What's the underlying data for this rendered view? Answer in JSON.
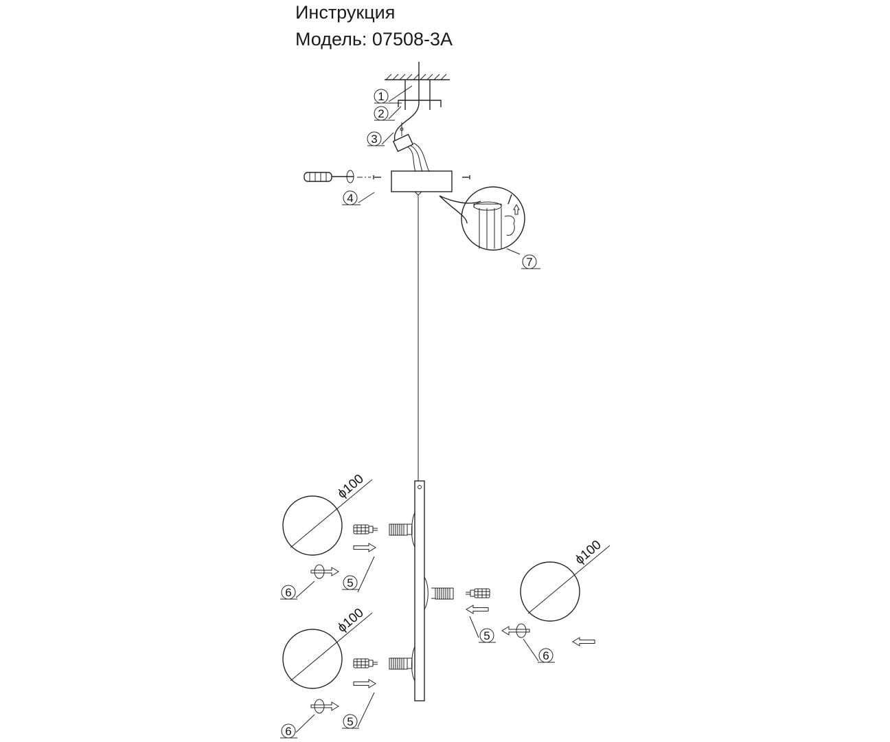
{
  "header": {
    "title": "Инструкция",
    "model": "Модель: 07508-3A"
  },
  "callouts": {
    "c1": "1",
    "c2": "2",
    "c3": "3",
    "c4": "4",
    "c5a": "5",
    "c5b": "5",
    "c5c": "5",
    "c6a": "6",
    "c6b": "6",
    "c6c": "6",
    "c7": "7"
  },
  "dimensions": {
    "shade_top_left": "ϕ100",
    "shade_right": "ϕ100",
    "shade_bottom_left": "ϕ100"
  }
}
